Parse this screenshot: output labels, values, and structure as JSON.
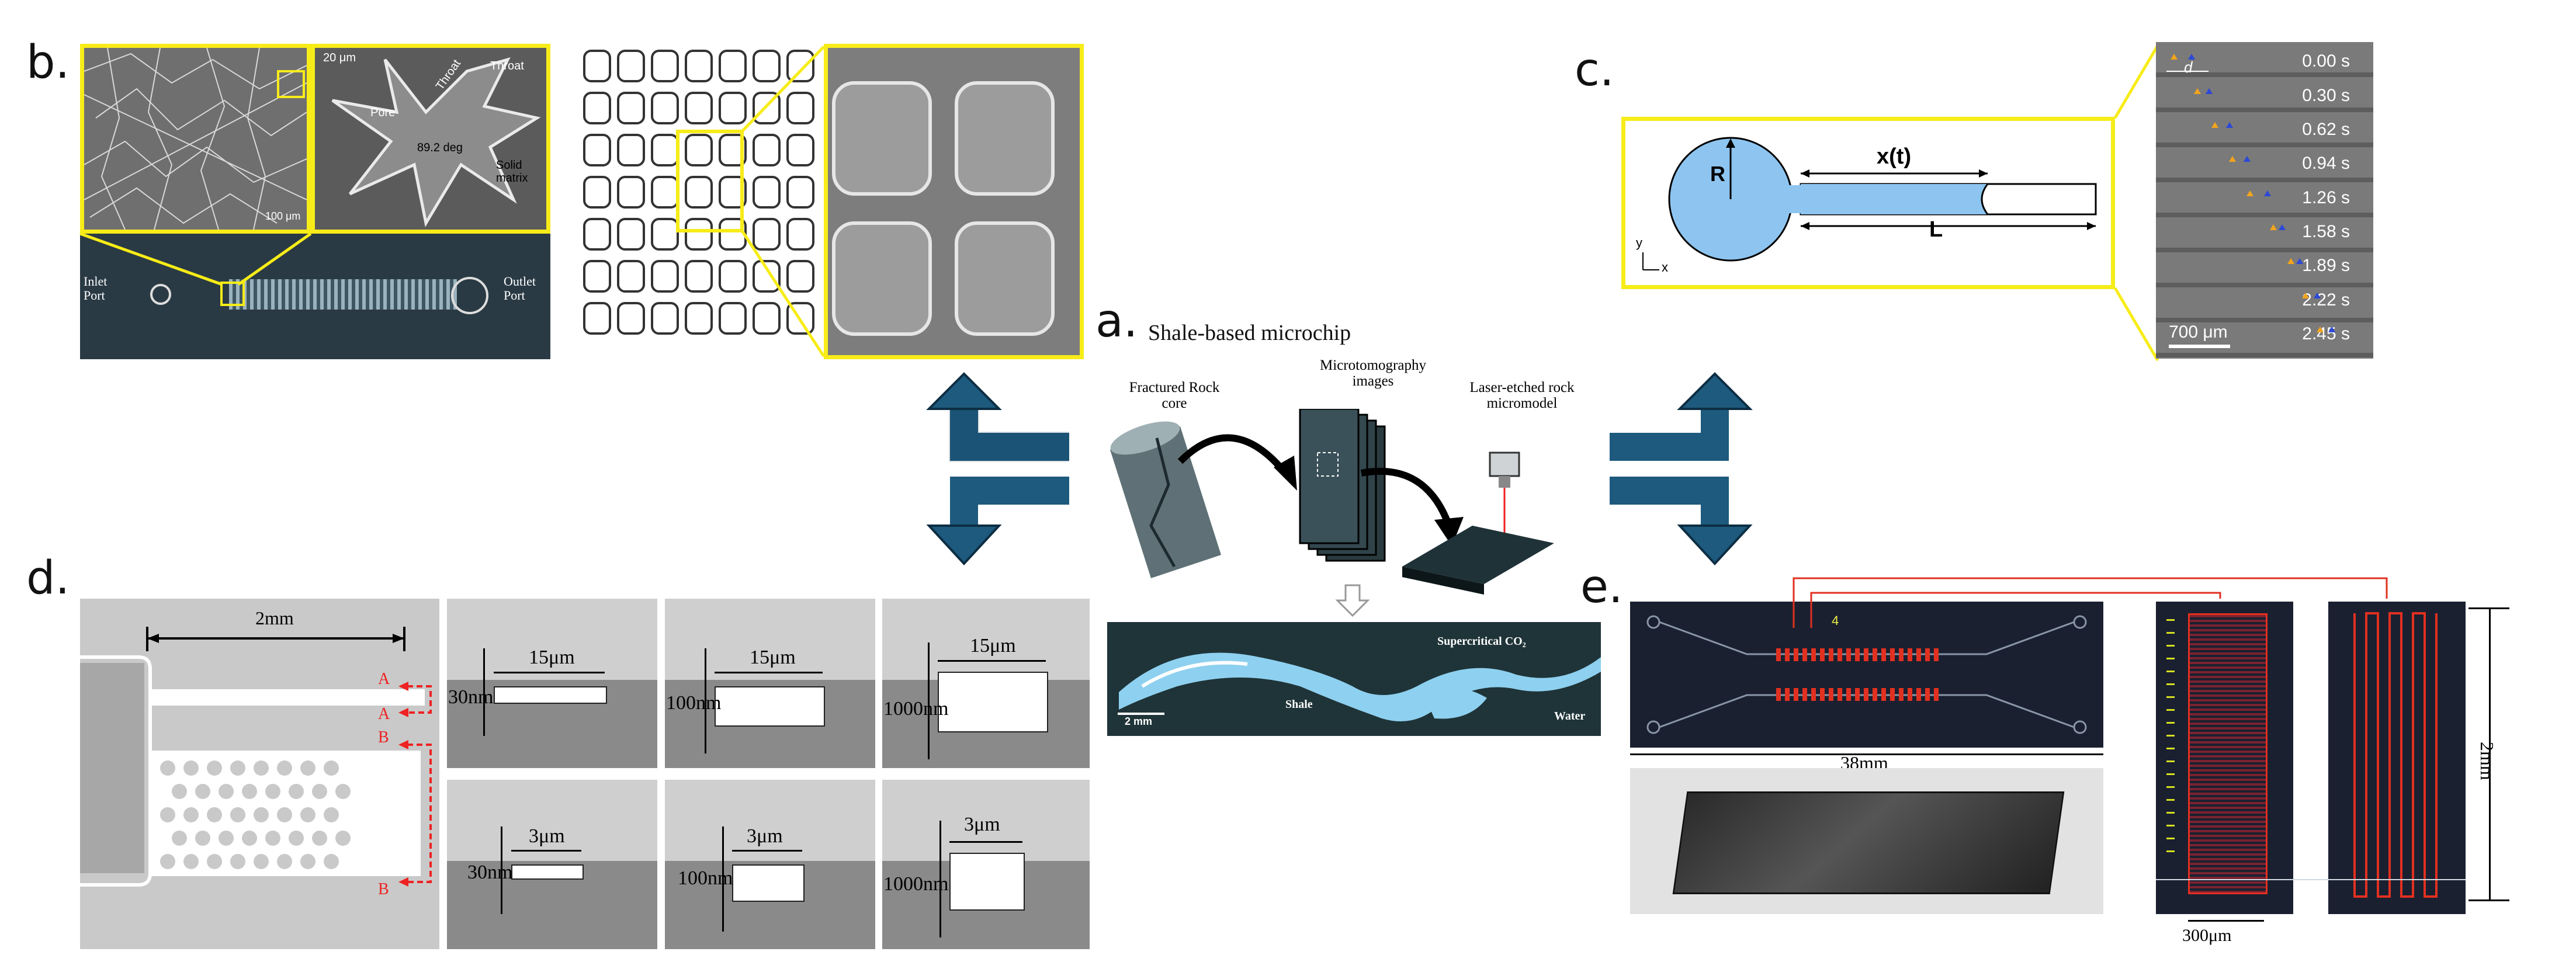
{
  "panels": {
    "a": {
      "letter": "a.",
      "title": "Shale-based microchip",
      "step1": "Fractured Rock\ncore",
      "step2": "Microtomography\nimages",
      "step3": "Laser-etched rock\nmicromodel",
      "scale": "2 mm",
      "shale": "Shale",
      "co2": "Supercritical CO₂",
      "water": "Water"
    },
    "b": {
      "letter": "b.",
      "scale_top": "20 μm",
      "scale_bottom": "100 μm",
      "pore": "Pore",
      "throat1": "Throat",
      "throat2": "Throat",
      "angle": "89.2 deg",
      "solid": "Solid\nmatrix",
      "inlet": "Inlet\nPort",
      "outlet": "Outlet\nPort"
    },
    "c": {
      "letter": "c.",
      "R": "R",
      "xt": "x(t)",
      "L": "L",
      "axis_y": "y",
      "axis_x": "x",
      "d": "d",
      "times": [
        "0.00 s",
        "0.30 s",
        "0.62 s",
        "0.94 s",
        "1.26 s",
        "1.58 s",
        "1.89 s",
        "2.22 s",
        "2.45 s"
      ],
      "scale": "700 μm"
    },
    "d": {
      "letter": "d.",
      "width": "2mm",
      "marker_a": "A",
      "marker_b": "B",
      "tiles": [
        {
          "depth": "30nm",
          "width": "15μm"
        },
        {
          "depth": "100nm",
          "width": "15μm"
        },
        {
          "depth": "1000nm",
          "width": "15μm"
        },
        {
          "depth": "30nm",
          "width": "3μm"
        },
        {
          "depth": "100nm",
          "width": "3μm"
        },
        {
          "depth": "1000nm",
          "width": "3μm"
        }
      ]
    },
    "e": {
      "letter": "e.",
      "chip_width": "38mm",
      "chip_label": "4",
      "height": "2mm",
      "channel": "300μm"
    }
  },
  "colors": {
    "highlight": "#f7ec18",
    "arrow": "#1d5a7e",
    "droplet": "#8ec5f0",
    "red": "#e23020"
  }
}
